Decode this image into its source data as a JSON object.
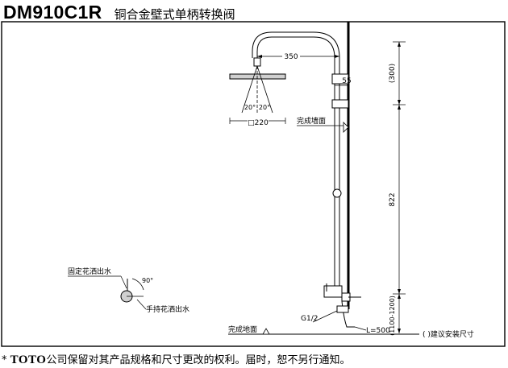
{
  "header": {
    "model": "DM910C1R",
    "subtitle": "铜合金壁式单柄转换阀"
  },
  "dimensions": {
    "arm_length": "350",
    "wall_offset": "55",
    "head_spacing": "(300)",
    "shower_head_size": "□220",
    "spray_angle_left": "20°",
    "spray_angle_right": "20°",
    "riser_length": "822",
    "install_height": "(1100-1200)",
    "hose_length": "L=500",
    "inlet_thread": "G1/2",
    "valve_angle": "90°"
  },
  "labels": {
    "finished_wall": "完成墙面",
    "finished_floor": "完成地面",
    "fixed_shower_outlet": "固定花洒出水",
    "hand_shower_outlet": "手持花洒出水",
    "recommended_note": "(  )建议安装尺寸"
  },
  "footer": {
    "bullet": "*",
    "brand": "TOTO",
    "text": "公司保留对其产品规格和尺寸更改的权利。届时，恕不另行通知。"
  }
}
